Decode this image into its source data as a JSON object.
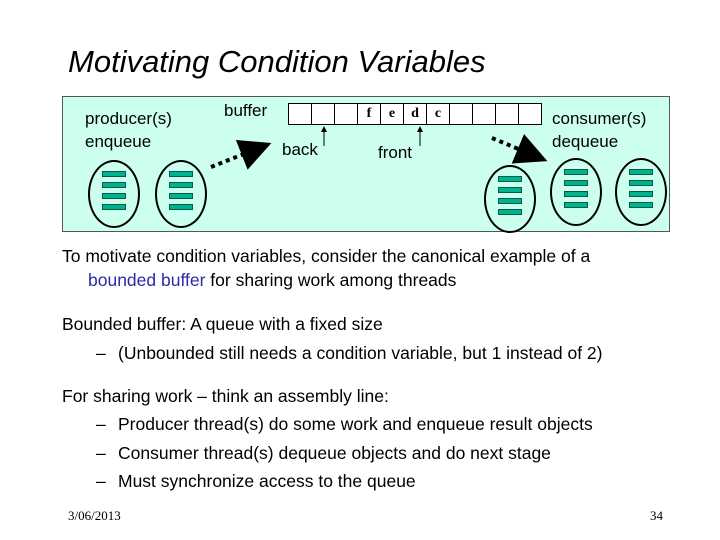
{
  "title": "Motivating Condition Variables",
  "diagram": {
    "producer_label": "producer(s)",
    "enqueue_label": "enqueue",
    "buffer_label": "buffer",
    "back_label": "back",
    "front_label": "front",
    "consumer_label": "consumer(s)",
    "dequeue_label": "dequeue",
    "buffer_cells": [
      "",
      "",
      "",
      "f",
      "e",
      "d",
      "c",
      "",
      "",
      "",
      ""
    ]
  },
  "body": {
    "p1_line1": "To motivate condition variables, consider the canonical example of a",
    "p1_line2_highlight": "bounded buffer",
    "p1_line2_rest": " for sharing work among threads",
    "p2_line1": "Bounded buffer: A queue with a fixed size",
    "p2_sub1": "(Unbounded still needs a condition variable, but 1 instead of 2)",
    "p3_line1": "For sharing work – think an assembly line:",
    "p3_sub1": "Producer thread(s) do some work and enqueue result objects",
    "p3_sub2": "Consumer thread(s) dequeue objects and do next stage",
    "p3_sub3": "Must synchronize access to the queue",
    "dash": "–"
  },
  "footer": {
    "date": "3/06/2013",
    "page": "34"
  },
  "colors": {
    "diagram_bg": "#ccffee",
    "thread_bar": "#00b38f",
    "highlight_text": "#2a2aa8"
  },
  "icons": [
    "thread-icon",
    "dotted-arrow-icon",
    "pointer-arrow-icon"
  ]
}
